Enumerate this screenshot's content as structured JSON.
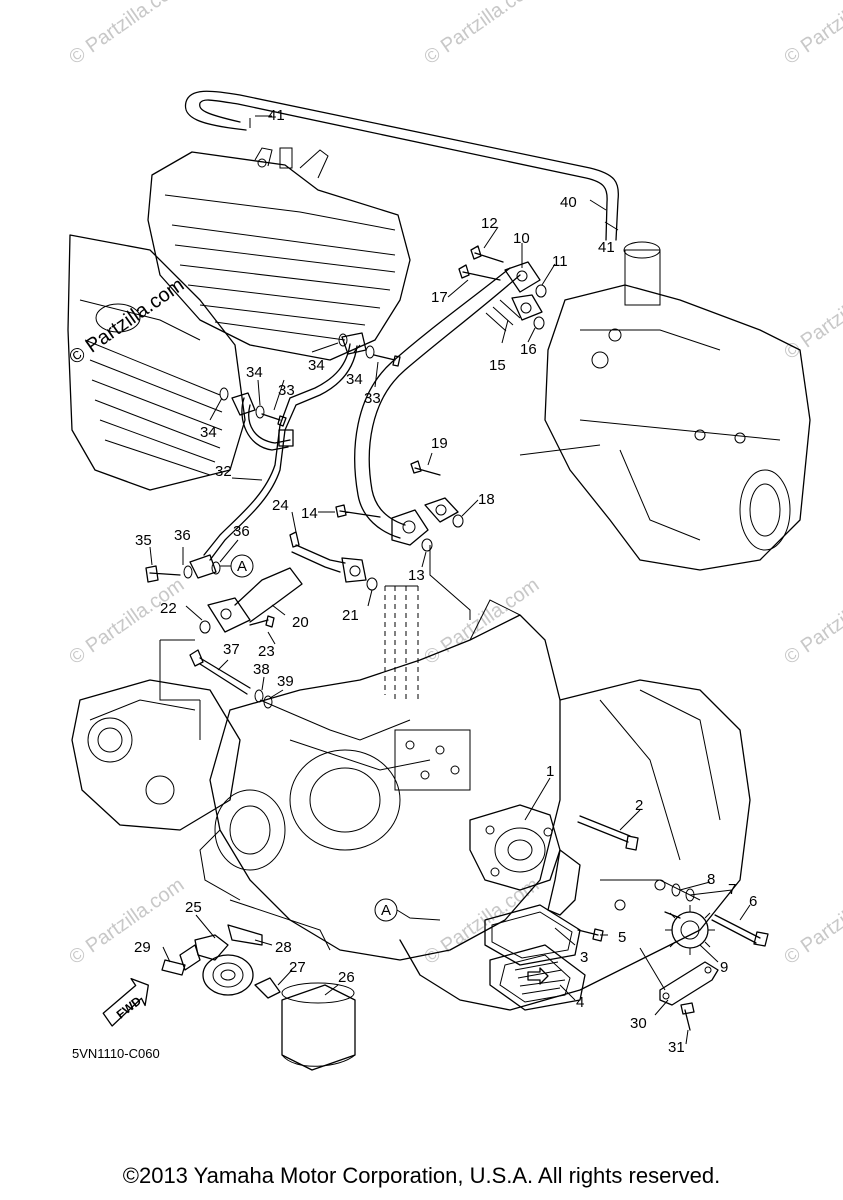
{
  "diagram_code": "5VN1110-C060",
  "copyright": "©2013 Yamaha Motor Corporation, U.S.A. All rights reserved.",
  "watermark": "© Partzilla.com",
  "fwd_label": "FWD",
  "ref_marker": "A",
  "part_numbers": [
    "1",
    "2",
    "3",
    "4",
    "5",
    "6",
    "7",
    "8",
    "9",
    "10",
    "11",
    "12",
    "13",
    "14",
    "15",
    "16",
    "17",
    "18",
    "19",
    "20",
    "21",
    "22",
    "23",
    "24",
    "25",
    "26",
    "27",
    "28",
    "29",
    "30",
    "31",
    "32",
    "33",
    "34",
    "35",
    "36",
    "37",
    "38",
    "39",
    "40",
    "41"
  ],
  "callouts": {
    "p1": "1",
    "p2": "2",
    "p3": "3",
    "p4": "4",
    "p5": "5",
    "p6": "6",
    "p7": "7",
    "p8": "8",
    "p9": "9",
    "p10": "10",
    "p11": "11",
    "p12": "12",
    "p13": "13",
    "p14": "14",
    "p15": "15",
    "p16": "16",
    "p17": "17",
    "p18": "18",
    "p19": "19",
    "p20": "20",
    "p21": "21",
    "p22": "22",
    "p23": "23",
    "p24": "24",
    "p25": "25",
    "p26": "26",
    "p27": "27",
    "p28": "28",
    "p29": "29",
    "p30": "30",
    "p31": "31",
    "p32": "32",
    "p33": "33",
    "p34": "34",
    "p35": "35",
    "p36": "36",
    "p37": "37",
    "p38": "38",
    "p39": "39",
    "p40": "40",
    "p41": "41"
  }
}
